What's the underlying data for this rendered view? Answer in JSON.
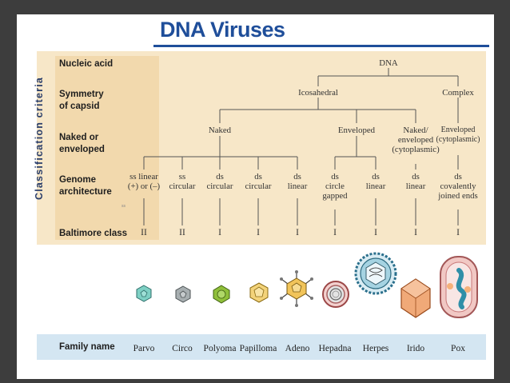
{
  "title": "DNA Viruses",
  "side_label": "Classification criteria",
  "rows": {
    "nucleic_acid": "Nucleic acid",
    "symmetry": "Symmetry\nof capsid",
    "envelope": "Naked or\nenveloped",
    "genome": "Genome\narchitecture",
    "baltimore": "Baltimore class"
  },
  "tree": {
    "root": "DNA",
    "symmetry": [
      "Icosahedral",
      "Complex"
    ],
    "envelope": [
      "Naked",
      "Enveloped",
      "Naked/\nenveloped\n(cytoplasmic)",
      "Enveloped\n(cytoplasmic)"
    ],
    "genome": [
      "ss linear\n(+) or (–)",
      "ss\ncircular",
      "ds\ncircular",
      "ds\ncircular",
      "ds\nlinear",
      "ds\ncircle\ngapped",
      "ds\nlinear",
      "ds\nlinear",
      "ds\ncovalently\njoined ends"
    ],
    "baltimore": [
      "II",
      "II",
      "I",
      "I",
      "I",
      "I",
      "I",
      "I",
      "I"
    ]
  },
  "tiny_mark": "ss",
  "family_label": "Family name",
  "families": [
    "Parvo",
    "Circo",
    "Polyoma",
    "Papilloma",
    "Adeno",
    "Hepadna",
    "Herpes",
    "Irido",
    "Pox"
  ],
  "colors": {
    "title": "#1f4e9a",
    "panel": "#f7e7c8",
    "criteria_column": "#f2d9ad",
    "family_bar": "#d4e6f2",
    "background": "#3d3d3d"
  },
  "icons": [
    "parvo-virion-icon",
    "circo-virion-icon",
    "polyoma-virion-icon",
    "papilloma-virion-icon",
    "adeno-virion-icon",
    "hepadna-virion-icon",
    "herpes-virion-icon",
    "irido-virion-icon",
    "pox-virion-icon"
  ]
}
